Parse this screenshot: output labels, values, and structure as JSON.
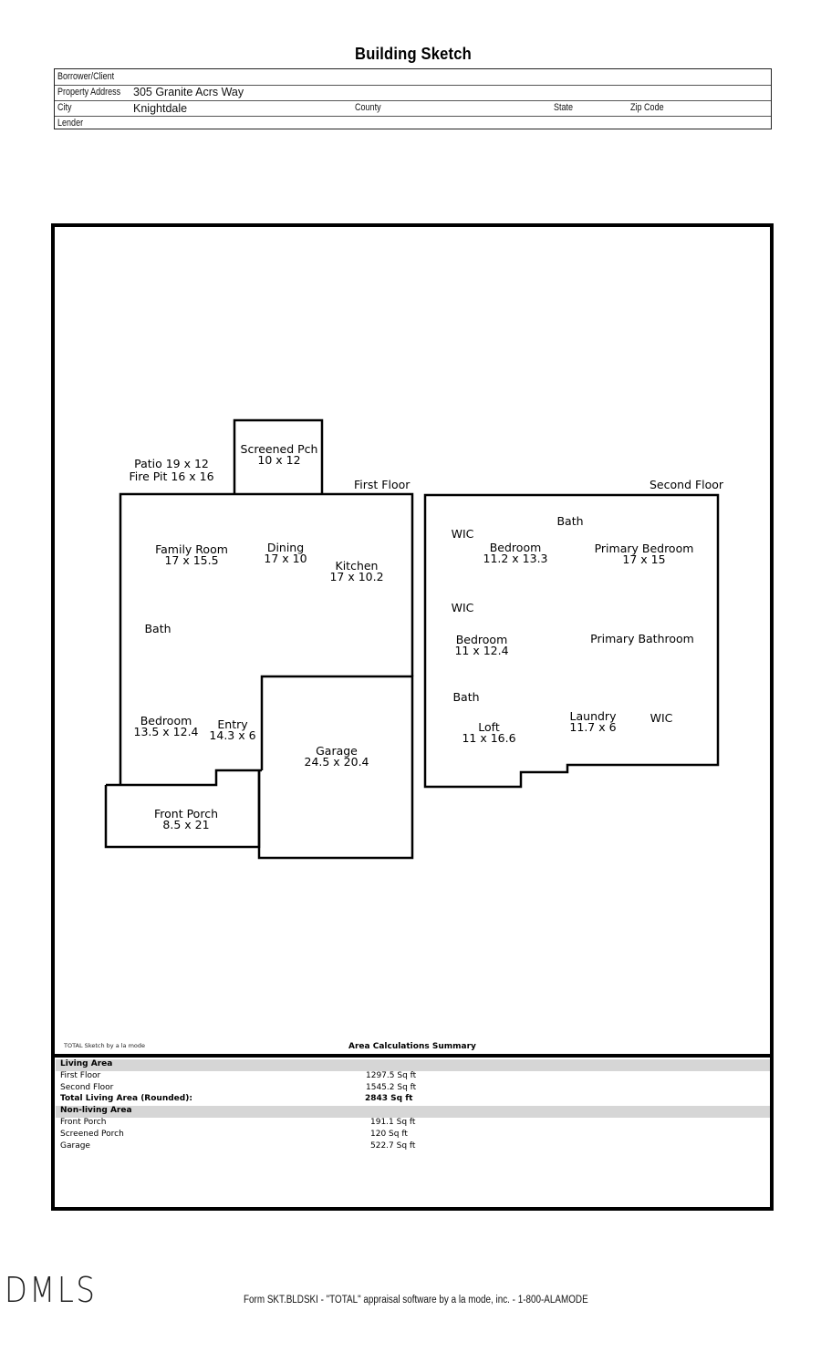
{
  "document": {
    "title": "Building Sketch"
  },
  "header": {
    "borrower_label": "Borrower/Client",
    "borrower_value": "",
    "property_address_label": "Property Address",
    "property_address_value": "305 Granite Acrs Way",
    "city_label": "City",
    "city_value": "Knightdale",
    "county_label": "County",
    "state_label": "State",
    "zip_label": "Zip Code",
    "lender_label": "Lender"
  },
  "sketch": {
    "first_floor_label": "First Floor",
    "second_floor_label": "Second Floor",
    "first_floor_rooms": [
      {
        "name": "Patio 19 x 12",
        "dims": "Fire Pit 16 x 16"
      },
      {
        "name": "Screened Pch",
        "dims": "10 x 12"
      },
      {
        "name": "Family Room",
        "dims": "17 x 15.5"
      },
      {
        "name": "Dining",
        "dims": "17 x 10"
      },
      {
        "name": "Kitchen",
        "dims": "17 x 10.2"
      },
      {
        "name": "Bath",
        "dims": ""
      },
      {
        "name": "Bedroom",
        "dims": "13.5 x 12.4"
      },
      {
        "name": "Entry",
        "dims": "14.3 x 6"
      },
      {
        "name": "Garage",
        "dims": "24.5 x 20.4"
      },
      {
        "name": "Front Porch",
        "dims": "8.5 x 21"
      }
    ],
    "second_floor_rooms": [
      {
        "name": "Bath",
        "dims": ""
      },
      {
        "name": "WIC",
        "dims": ""
      },
      {
        "name": "Bedroom",
        "dims": "11.2 x 13.3"
      },
      {
        "name": "Primary Bedroom",
        "dims": "17 x 15"
      },
      {
        "name": "WIC",
        "dims": ""
      },
      {
        "name": "Bedroom",
        "dims": "11 x 12.4"
      },
      {
        "name": "Primary Bathroom",
        "dims": ""
      },
      {
        "name": "Bath",
        "dims": ""
      },
      {
        "name": "Loft",
        "dims": "11 x 16.6"
      },
      {
        "name": "Laundry",
        "dims": "11.7 x 6"
      },
      {
        "name": "WIC",
        "dims": ""
      }
    ],
    "credit": "TOTAL Sketch by a la mode"
  },
  "summary": {
    "title": "Area Calculations Summary",
    "living_header": "Living Area",
    "living_rows": [
      {
        "label": "First Floor",
        "value": "1297.5 Sq ft"
      },
      {
        "label": "Second Floor",
        "value": "1545.2 Sq ft"
      }
    ],
    "total_label": "Total Living Area (Rounded):",
    "total_value": "2843 Sq ft",
    "nonliving_header": "Non-living Area",
    "nonliving_rows": [
      {
        "label": "Front Porch",
        "value": "191.1 Sq ft"
      },
      {
        "label": "Screened Porch",
        "value": "120 Sq ft"
      },
      {
        "label": "Garage",
        "value": "522.7 Sq ft"
      }
    ]
  },
  "footer": {
    "logo": "DMLS",
    "form_text": "Form SKT.BLDSKI - \"TOTAL\" appraisal software by a la mode, inc. - 1-800-ALAMODE"
  }
}
